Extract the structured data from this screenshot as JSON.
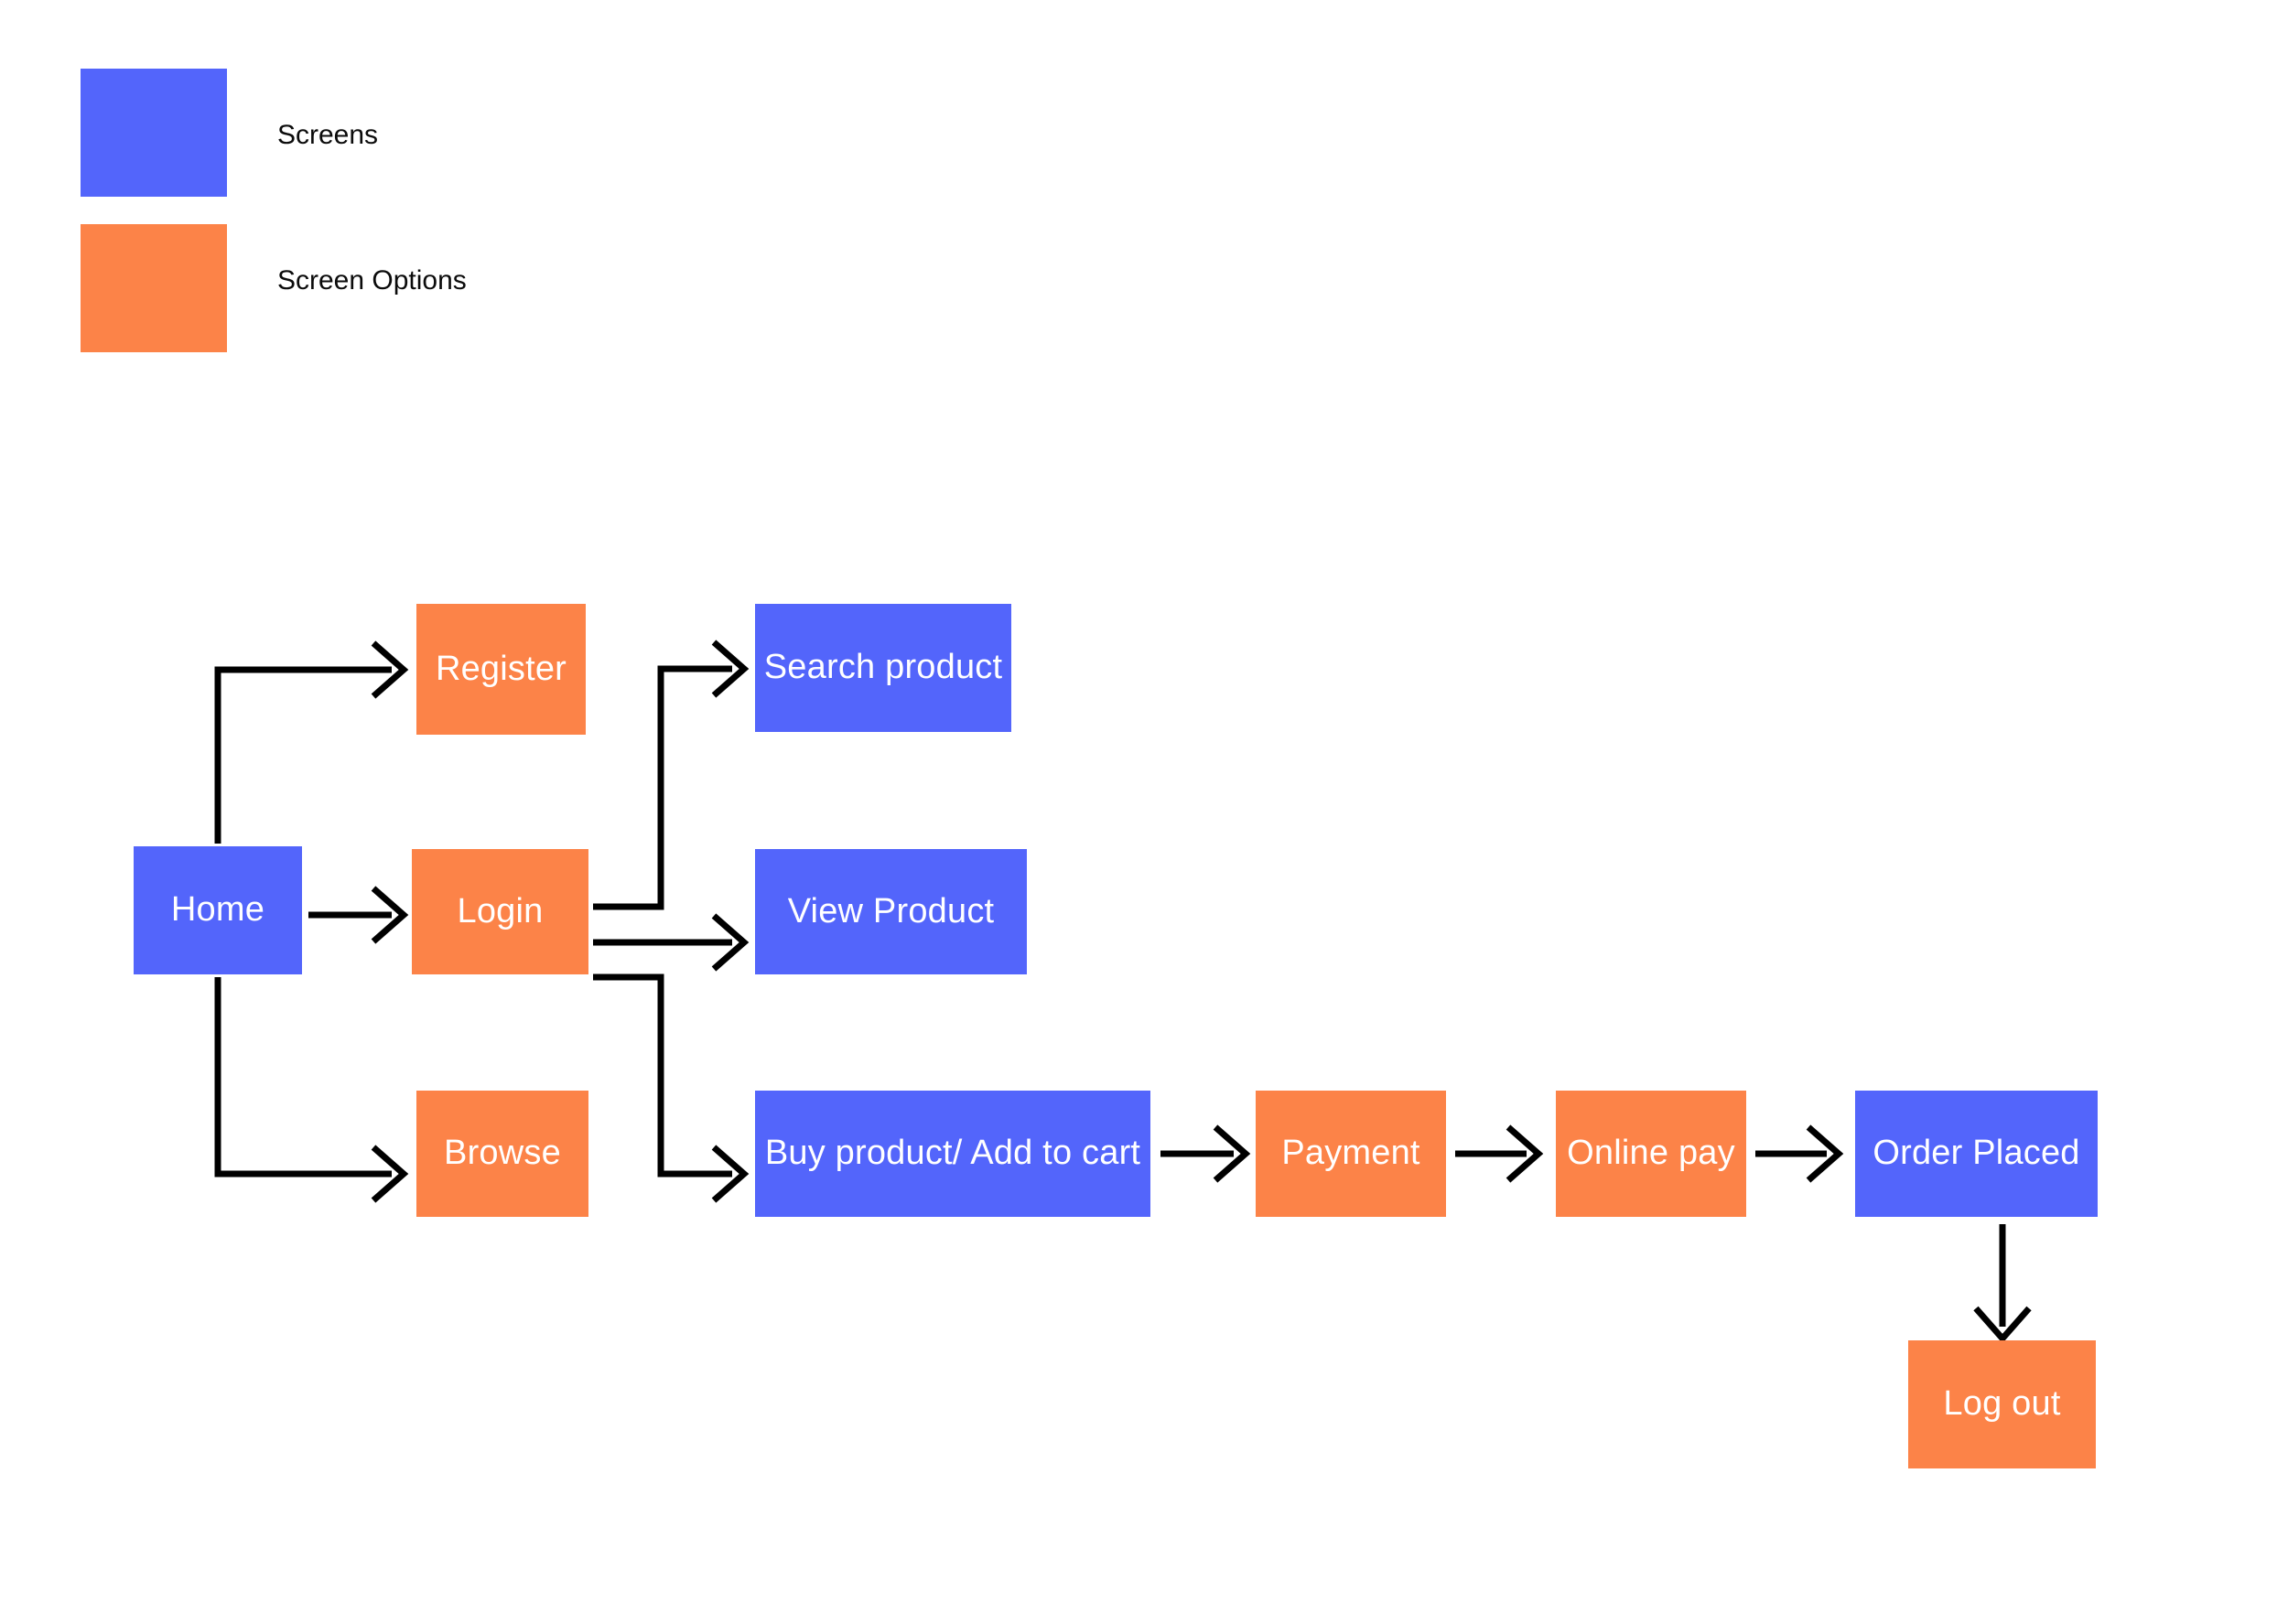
{
  "legend": {
    "items": [
      {
        "label": "Screens",
        "color": "#5365FB",
        "swatch_name": "legend-swatch-screens"
      },
      {
        "label": "Screen Options",
        "color": "#FC8348",
        "swatch_name": "legend-swatch-screen-options"
      }
    ]
  },
  "diagram": {
    "type": "flowchart",
    "colors": {
      "screen": "#5365FB",
      "screen_option": "#FC8348",
      "connector": "#000000",
      "background": "#FFFFFF",
      "node_text": "#FFFFFF",
      "legend_text": "#0B0B0B"
    },
    "nodes": [
      {
        "id": "home",
        "label": "Home",
        "kind": "screen"
      },
      {
        "id": "register",
        "label": "Register",
        "kind": "screen_option"
      },
      {
        "id": "login",
        "label": "Login",
        "kind": "screen_option"
      },
      {
        "id": "browse",
        "label": "Browse",
        "kind": "screen_option"
      },
      {
        "id": "search",
        "label": "Search product",
        "kind": "screen"
      },
      {
        "id": "view",
        "label": "View Product",
        "kind": "screen"
      },
      {
        "id": "buy",
        "label": "Buy product/ Add to cart",
        "kind": "screen"
      },
      {
        "id": "payment",
        "label": "Payment",
        "kind": "screen_option"
      },
      {
        "id": "onlinepay",
        "label": "Online pay",
        "kind": "screen_option"
      },
      {
        "id": "orderplaced",
        "label": "Order Placed",
        "kind": "screen"
      },
      {
        "id": "logout",
        "label": "Log out",
        "kind": "screen_option"
      }
    ],
    "edges": [
      {
        "from": "home",
        "to": "register"
      },
      {
        "from": "home",
        "to": "login"
      },
      {
        "from": "home",
        "to": "browse"
      },
      {
        "from": "login",
        "to": "search"
      },
      {
        "from": "login",
        "to": "view"
      },
      {
        "from": "login",
        "to": "buy"
      },
      {
        "from": "buy",
        "to": "payment"
      },
      {
        "from": "payment",
        "to": "onlinepay"
      },
      {
        "from": "onlinepay",
        "to": "orderplaced"
      },
      {
        "from": "orderplaced",
        "to": "logout"
      }
    ]
  }
}
